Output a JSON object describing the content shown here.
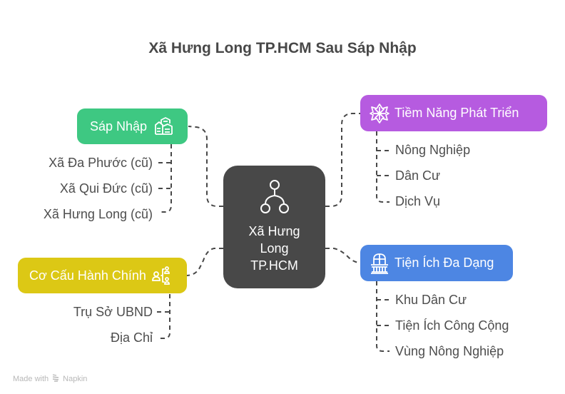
{
  "title": "Xã Hưng Long TP.HCM Sau Sáp Nhập",
  "center": {
    "line1": "Xã Hưng",
    "line2": "Long",
    "line3": "TP.HCM",
    "icon": "hierarchy-icon",
    "color": "#484848"
  },
  "branches": {
    "merger": {
      "label": "Sáp Nhập",
      "icon": "buildings-icon",
      "color": "#3ec882",
      "items": [
        "Xã Đa Phước (cũ)",
        "Xã Qui Đức (cũ)",
        "Xã Hưng Long (cũ)"
      ]
    },
    "admin": {
      "label": "Cơ Cấu Hành Chính",
      "icon": "org-chart-icon",
      "color": "#dcc815",
      "items": [
        "Trụ Sở UBND",
        "Địa Chỉ"
      ]
    },
    "potential": {
      "label": "Tiềm Năng Phát Triển",
      "icon": "snowflake-mandala-icon",
      "color": "#b65be0",
      "items": [
        "Nông Nghiệp",
        "Dân Cư",
        "Dịch Vụ"
      ]
    },
    "amenities": {
      "label": "Tiện Ích Đa Dạng",
      "icon": "balcony-icon",
      "color": "#4d86e3",
      "items": [
        "Khu Dân Cư",
        "Tiện Ích Công Cộng",
        "Vùng Nông Nghiệp"
      ]
    }
  },
  "footer": {
    "made_with": "Made with",
    "brand": "Napkin"
  }
}
